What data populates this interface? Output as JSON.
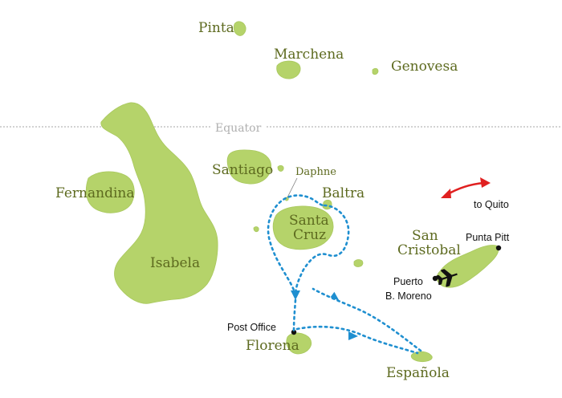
{
  "map": {
    "equator_label": "Equator",
    "islands": {
      "pinta": "Pinta",
      "marchena": "Marchena",
      "genovesa": "Genovesa",
      "santiago": "Santiago",
      "fernandina": "Fernandina",
      "isabela": "Isabela",
      "santa_cruz_line1": "Santa",
      "santa_cruz_line2": "Cruz",
      "baltra": "Baltra",
      "daphne": "Daphne",
      "san_cristobal_line1": "San",
      "san_cristobal_line2": "Cristobal",
      "florena": "Florena",
      "espanola": "Española"
    },
    "places": {
      "punta_pitt": "Punta Pitt",
      "puerto_line1": "Puerto",
      "puerto_line2": "B. Moreno",
      "post_office": "Post Office",
      "to_quito": "to Quito"
    },
    "colors": {
      "land": "#b5d36a",
      "label": "#5d6a1f",
      "route": "#1f8fd0",
      "quito_arrow": "#e02020",
      "equator": "#b0b0b0"
    }
  }
}
